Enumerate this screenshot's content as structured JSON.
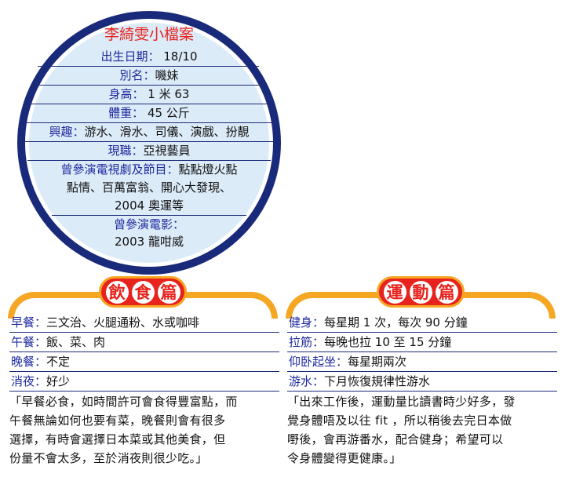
{
  "profile": {
    "title": "李綺雯小檔案",
    "rows": [
      {
        "label": "出生日期：",
        "value": " 18/10"
      },
      {
        "label": "別名：",
        "value": "嘰妹"
      },
      {
        "label": "身高：",
        "value": " 1 米 63"
      },
      {
        "label": "體重：",
        "value": " 45 公斤"
      },
      {
        "label": "興趣：",
        "value": "游水、滑水、司儀、演戲、扮靚"
      },
      {
        "label": "現職：",
        "value": "亞視藝員"
      },
      {
        "label": "曾參演電視劇及節目：",
        "value": "點點燈火點"
      },
      {
        "label": "",
        "value": "點情、百萬富翁、開心大發現、"
      },
      {
        "label": "",
        "value": "2004 奧運等"
      },
      {
        "label": "曾參演電影：",
        "value": ""
      },
      {
        "label": "",
        "value": "2003 龍咁威"
      }
    ]
  },
  "diet": {
    "header_chars": [
      "飲",
      "食",
      "篇"
    ],
    "rows": [
      {
        "label": "早餐：",
        "value": "三文治、火腿通粉、水或咖啡"
      },
      {
        "label": "午餐：",
        "value": "飯、菜、肉"
      },
      {
        "label": "晚餐：",
        "value": "不定"
      },
      {
        "label": "消夜：",
        "value": "好少"
      }
    ],
    "quote_lines": [
      "「早餐必食，如時間許可會食得豐富點，而",
      "午餐無論如何也要有菜，晚餐則會有很多",
      "選擇，有時會選擇日本菜或其他美食，但",
      "份量不會太多，至於消夜則很少吃。」"
    ]
  },
  "exercise": {
    "header_chars": [
      "運",
      "動",
      "篇"
    ],
    "rows": [
      {
        "label": "健身：",
        "value": "每星期 1 次，每次 90 分鐘"
      },
      {
        "label": "拉筋：",
        "value": "每晚也拉 10 至 15 分鐘"
      },
      {
        "label": "仰卧起坐：",
        "value": "每星期兩次"
      },
      {
        "label": "游水：",
        "value": "下月恢復規律性游水"
      }
    ],
    "quote_lines": [
      "「出來工作後，運動量比讀書時少好多，發",
      "覺身體唔及以往 fit ，所以稍後去完日本做",
      "嘢後，會再游番水，配合健身；希望可以",
      "令身體變得更健康。」"
    ]
  },
  "colors": {
    "navy": "#1a2a7a",
    "label_blue": "#1e2aa0",
    "red": "#e8231d",
    "orange": "#f5a623",
    "light_blue": "#dcebf8"
  }
}
